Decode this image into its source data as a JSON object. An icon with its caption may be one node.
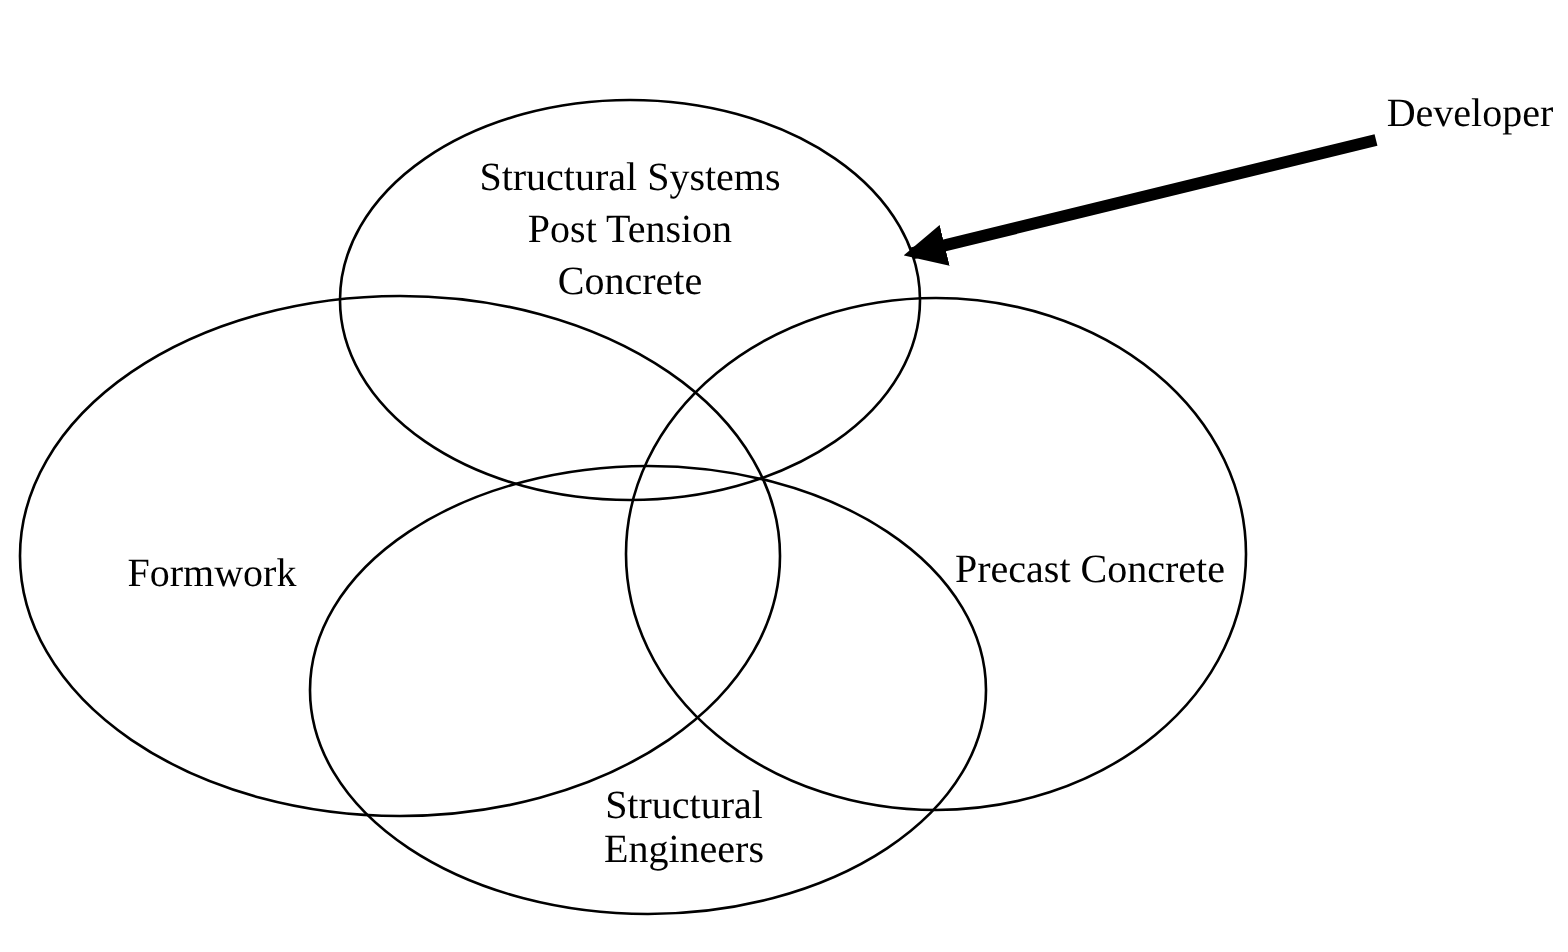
{
  "diagram": {
    "nodes": [
      {
        "text": [
          "Structural Systems Post Tension Concrete"
        ]
      },
      {
        "text": [
          "Formwork"
        ]
      },
      {
        "text": [
          "Precast Concrete"
        ]
      },
      {
        "text": [
          "Structural Engineers"
        ]
      },
      {
        "text": [
          "Developer"
        ]
      }
    ],
    "edges": [
      {
        "from": 4,
        "to": 0,
        "arrow": "to"
      }
    ]
  }
}
